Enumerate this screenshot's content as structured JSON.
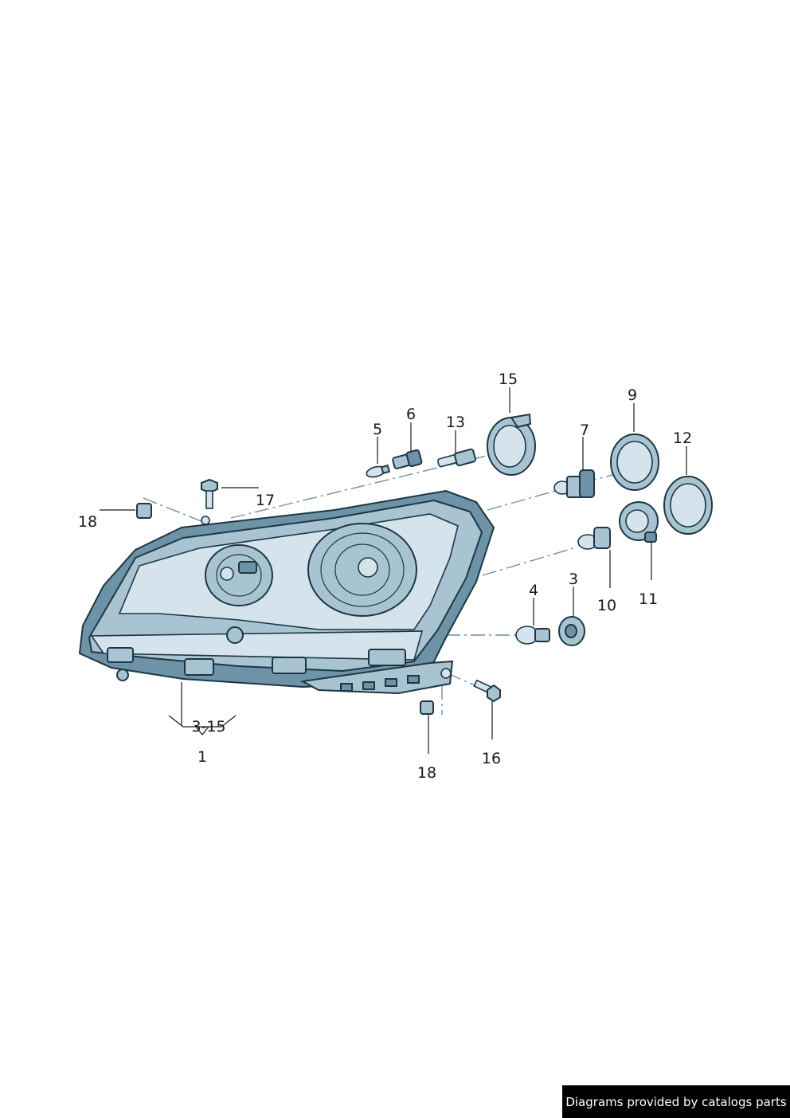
{
  "callouts": {
    "c1": "1",
    "c3_15": "3-15",
    "c3": "3",
    "c4": "4",
    "c5": "5",
    "c6": "6",
    "c7": "7",
    "c9": "9",
    "c10": "10",
    "c11": "11",
    "c12": "12",
    "c13": "13",
    "c15": "15",
    "c16": "16",
    "c17": "17",
    "c18a": "18",
    "c18b": "18"
  },
  "footer": {
    "text": "Diagrams provided by catalogs parts"
  },
  "colors": {
    "part_fill": "#a9c4d1",
    "outline": "#1b3644",
    "footer_bg": "#000000"
  }
}
